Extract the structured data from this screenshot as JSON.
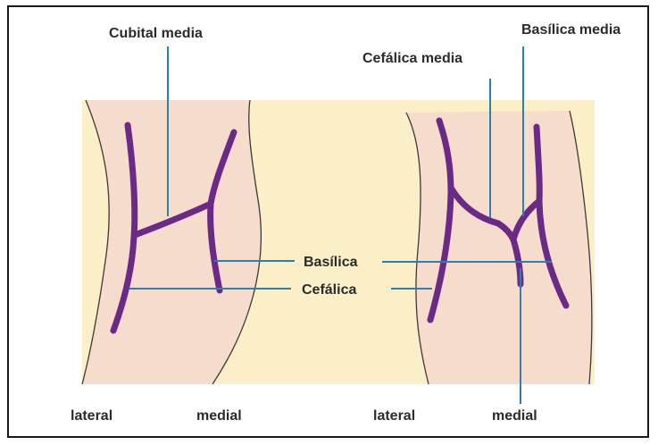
{
  "labels": {
    "cubital_media": "Cubital media",
    "cefalica_media": "Cefálica media",
    "basilica_media": "Basílica media",
    "basilica": "Basílica",
    "cefalica": "Cefálica",
    "left_lateral": "lateral",
    "left_medial": "medial",
    "right_lateral": "lateral",
    "right_medial": "medial"
  },
  "colors": {
    "panel_background": "#faefc7",
    "arm_fill": "#f6dccc",
    "vein": "#6a2a86",
    "leader_line": "#2f7fa8",
    "outline": "#3a3a3a"
  }
}
